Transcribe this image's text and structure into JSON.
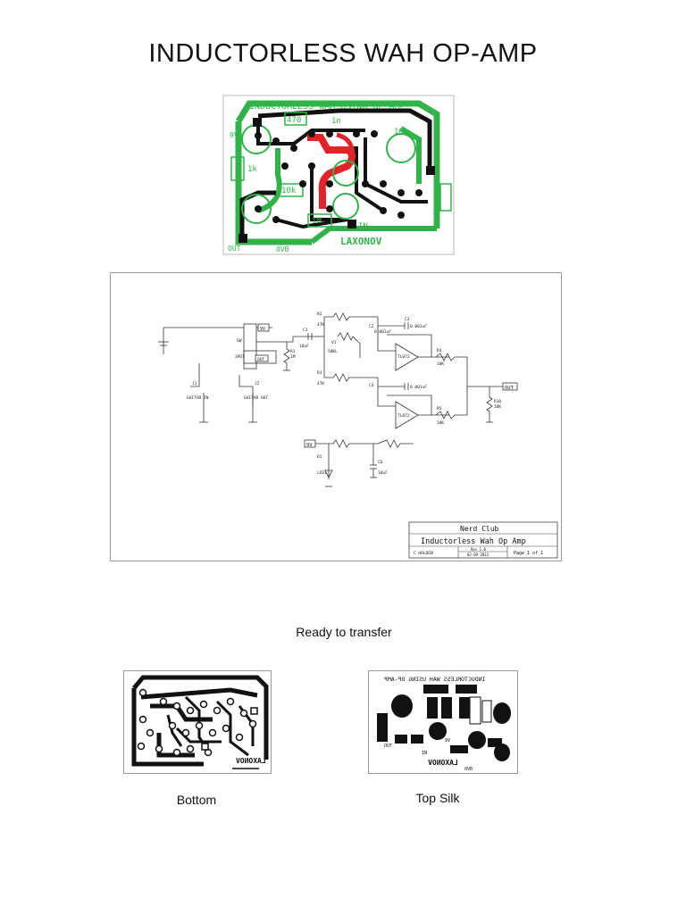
{
  "page": {
    "title": "INDUCTORLESS WAH OP-AMP",
    "caption_ready": "Ready to transfer",
    "caption_bottom": "Bottom",
    "caption_top_silk": "Top Silk"
  },
  "pcb_top": {
    "header": "INDUCTORLESS WAH USING OP-AMP",
    "brand": "LAXONOV",
    "labels": [
      "470",
      "1n",
      "10u",
      "1k",
      "10k",
      "1M",
      "IN",
      "OUT",
      "9V",
      "0VB"
    ]
  },
  "schematic": {
    "title_block": {
      "company": "Nerd Club",
      "title": "Inductorless Wah Op Amp",
      "author": "C HOLDEN",
      "revision": "Rev 1.0",
      "date": "02-09-2013",
      "page": "Page 1 of 1"
    },
    "labels": {
      "guitar_in": "GUITAR IN",
      "guitar_out": "GUITAR OUT",
      "out": "OUT",
      "nine_v": "9V",
      "tl072": "TL072",
      "j1": "J1",
      "j2": "J2",
      "sw": "SW",
      "dpdt": "3PDT",
      "r1": "R1",
      "r1v": "1M",
      "c1": "C1",
      "c1v": "10uF",
      "r2": "R2",
      "r2v": "47K",
      "r3": "R3",
      "r3v": "47K",
      "vr": "V1",
      "vrv": "50KL",
      "c2": "C2",
      "c3": "C3",
      "c4": "C4",
      "cval": "0.001uF",
      "r4": "R4",
      "r4v": "10K",
      "r5": "R5",
      "r5v": "10K",
      "r10": "R10",
      "r10v": "10K",
      "c6": "C6",
      "c6v": "10uF",
      "d1": "D1",
      "led": "LED1"
    }
  },
  "pcb_bottom": {
    "brand": "LAXONOV"
  },
  "pcb_silk": {
    "header": "INDUCTORLESS WAH USING OP-AMP",
    "brand": "LAXONOV",
    "labels": [
      "OUT",
      "IN",
      "9V",
      "0VB"
    ]
  }
}
